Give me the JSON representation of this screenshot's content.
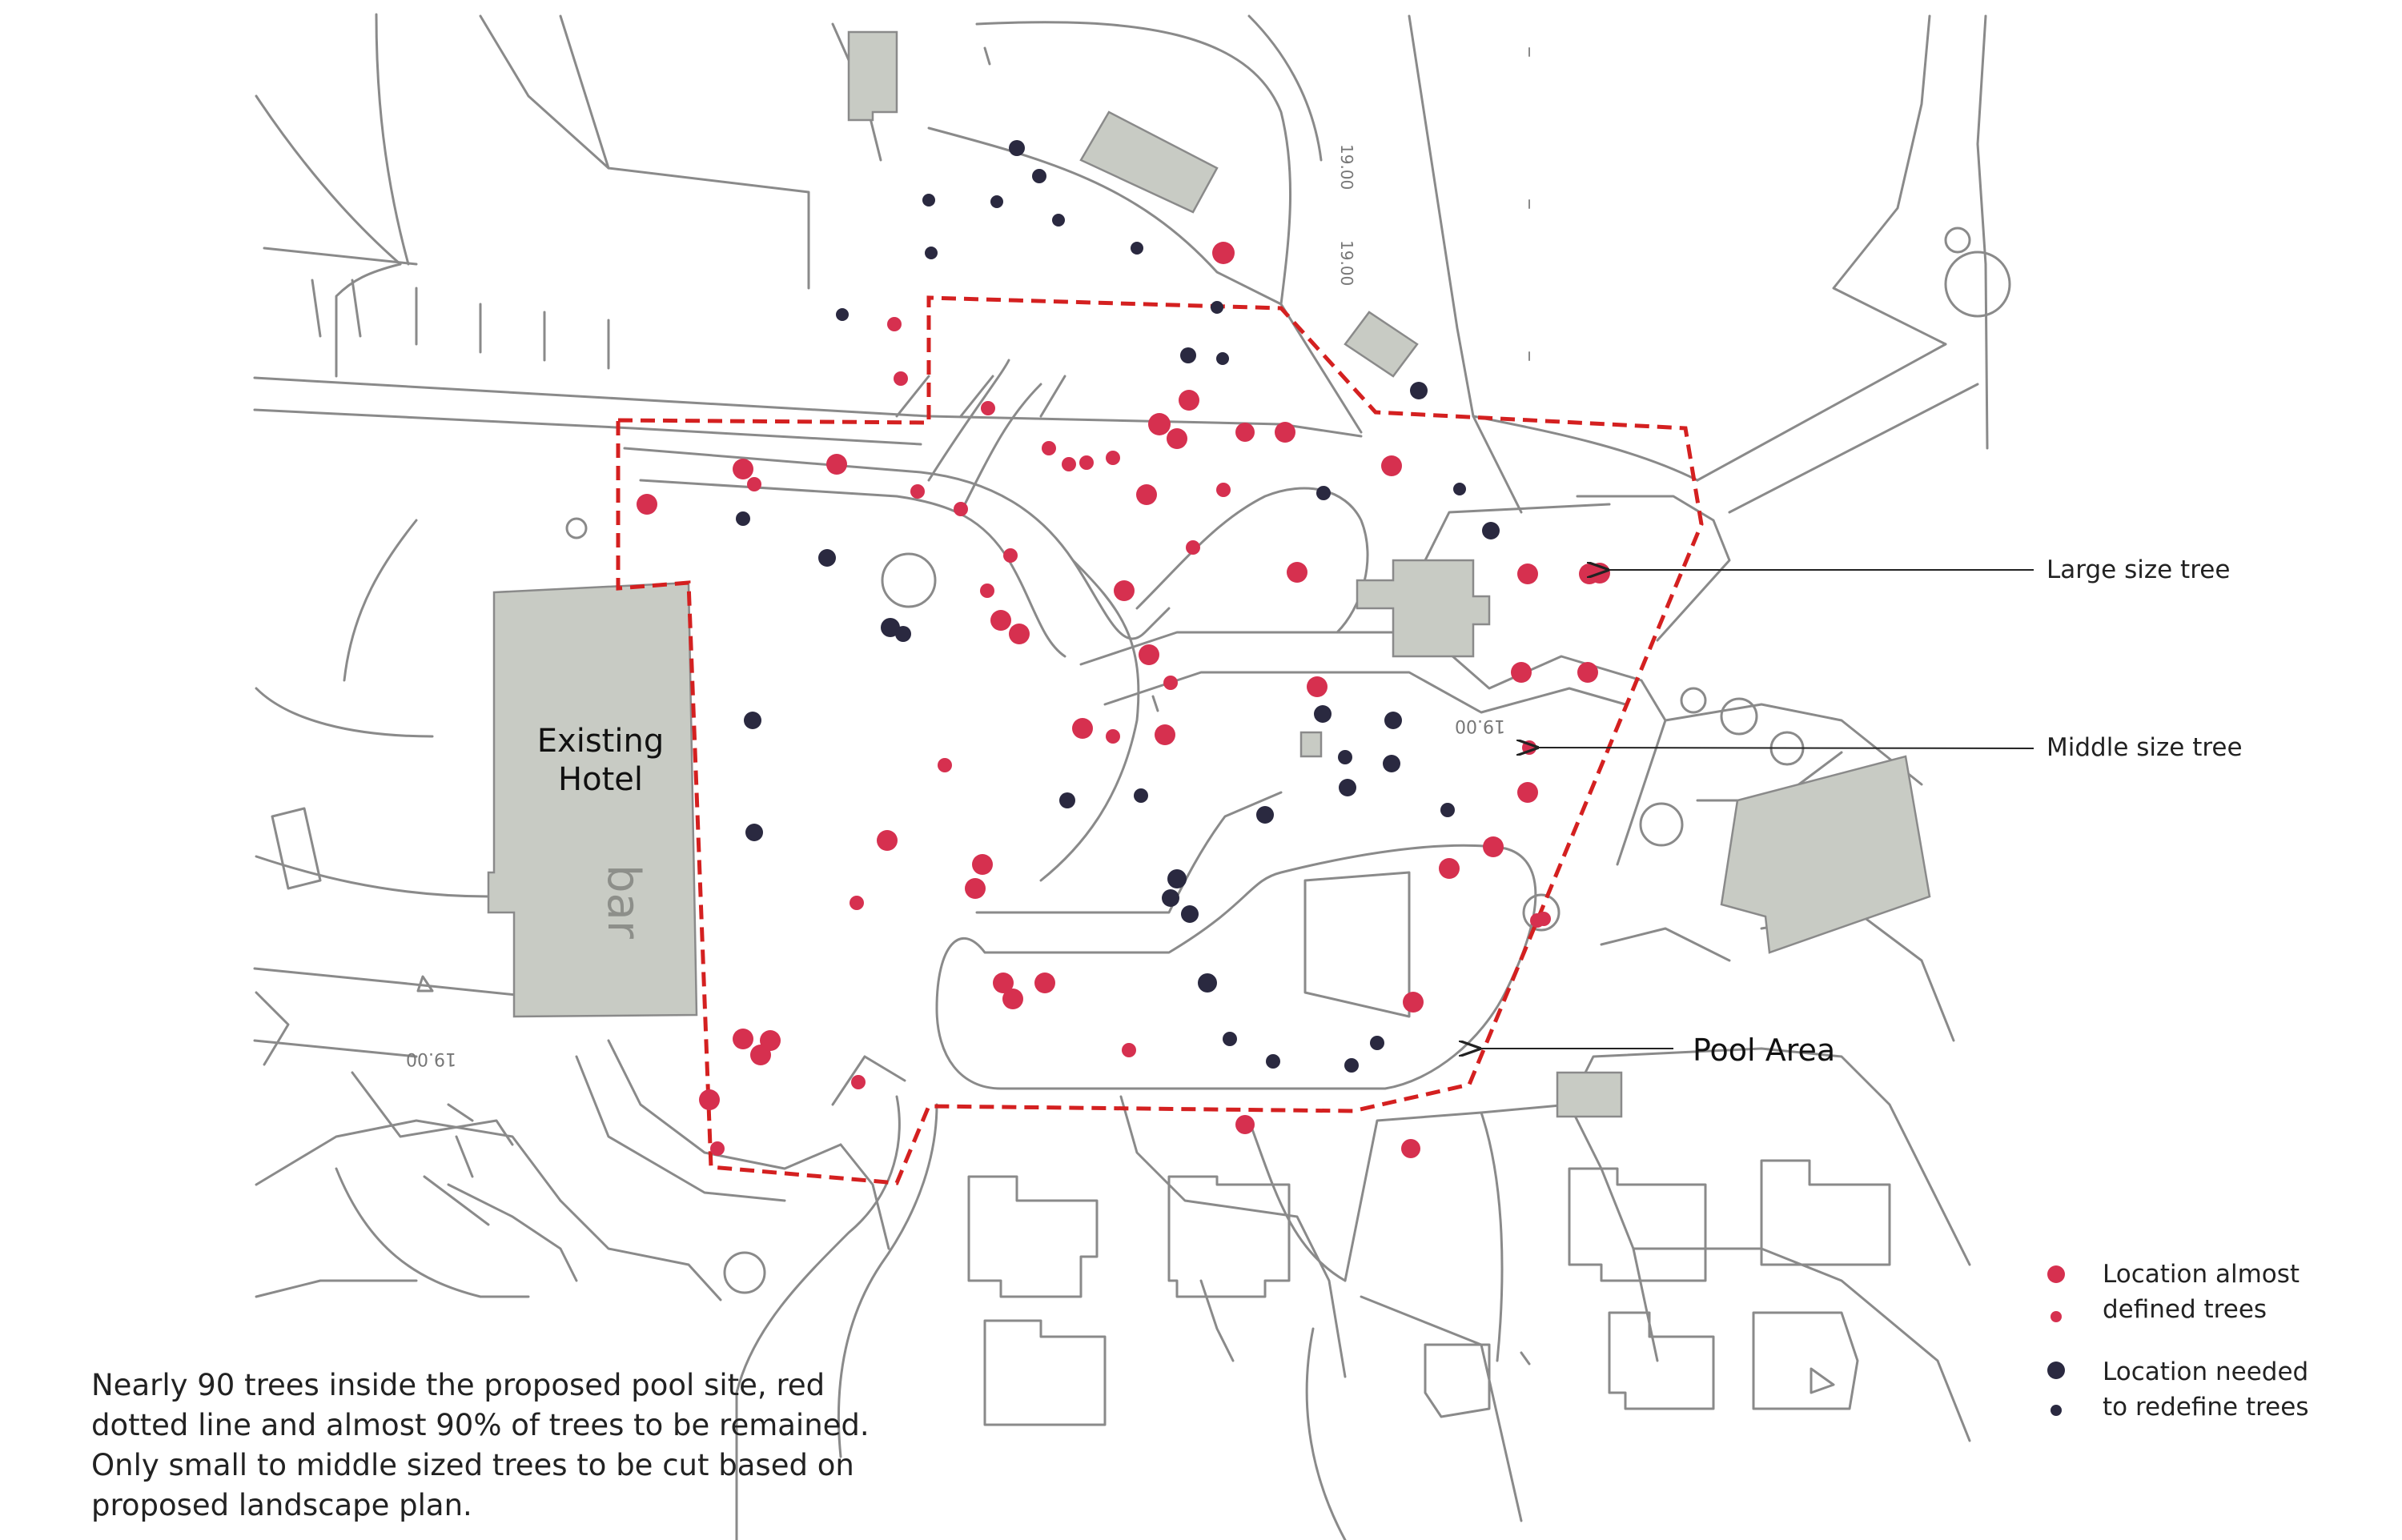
{
  "labels": {
    "existing_hotel_line1": "Existing",
    "existing_hotel_line2": "Hotel",
    "pool_area": "Pool Area",
    "large_tree": "Large size tree",
    "middle_tree": "Middle size tree"
  },
  "legend": {
    "defined": "Location almost\ndefined trees",
    "redefine": "Location needed\nto redefine trees"
  },
  "note": "Nearly 90 trees inside the proposed pool site, red dotted line and almost 90% of trees to be remained. Only small to middle sized trees to be cut based on proposed landscape plan.",
  "map_text": {
    "elevation": "19.00",
    "bar": "bar"
  },
  "colors": {
    "defined_tree": "#d6304f",
    "redefine_tree": "#2a2940",
    "boundary": "#d42020",
    "building": "#c8cbc4",
    "road_line": "#8a8a8a"
  }
}
